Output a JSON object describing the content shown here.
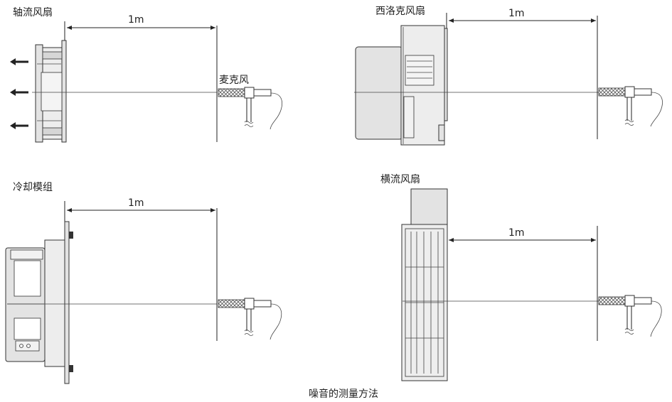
{
  "caption": "噪音的测量方法",
  "distance_label": "1m",
  "microphone_label": "麦克风",
  "panels": {
    "axial": {
      "title": "轴流风扇"
    },
    "sirocco": {
      "title": "西洛克风扇"
    },
    "cooling": {
      "title": "冷却模组"
    },
    "crossflow": {
      "title": "横流风扇"
    }
  },
  "colors": {
    "line": "#222222",
    "fan_fill": "#e3e3e3",
    "hatch": "#555555"
  }
}
